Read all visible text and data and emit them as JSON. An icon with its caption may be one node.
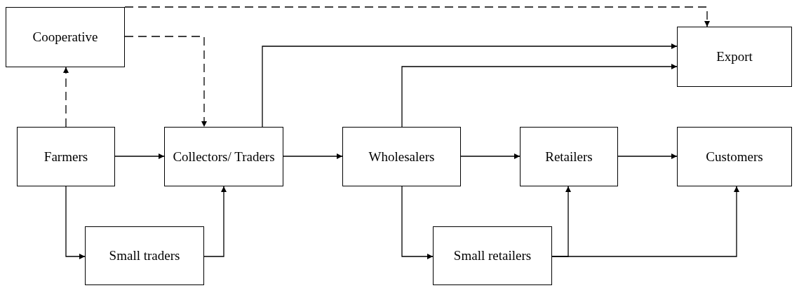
{
  "diagram": {
    "nodes": [
      {
        "text": [
          "Cooperative"
        ]
      },
      {
        "text": [
          "Export"
        ]
      },
      {
        "text": [
          "Farmers"
        ]
      },
      {
        "text": [
          "Collectors/ Traders"
        ]
      },
      {
        "text": [
          "Wholesalers"
        ]
      },
      {
        "text": [
          "Retailers"
        ]
      },
      {
        "text": [
          "Customers"
        ]
      },
      {
        "text": [
          "Small traders"
        ]
      },
      {
        "text": [
          "Small retailers"
        ]
      }
    ],
    "edges": [
      {
        "from": 2,
        "to": 0,
        "arrow": "to",
        "style": "dashed"
      },
      {
        "from": 0,
        "to": 1,
        "arrow": "to",
        "style": "dashed"
      },
      {
        "from": 0,
        "to": 3,
        "arrow": "to",
        "style": "dashed"
      },
      {
        "from": 3,
        "to": 1,
        "arrow": "to"
      },
      {
        "from": 4,
        "to": 1,
        "arrow": "to"
      },
      {
        "from": 2,
        "to": 3,
        "arrow": "to"
      },
      {
        "from": 3,
        "to": 4,
        "arrow": "to"
      },
      {
        "from": 4,
        "to": 5,
        "arrow": "to"
      },
      {
        "from": 5,
        "to": 6,
        "arrow": "to"
      },
      {
        "from": 2,
        "to": 7,
        "arrow": "to"
      },
      {
        "from": 7,
        "to": 3,
        "arrow": "to"
      },
      {
        "from": 4,
        "to": 8,
        "arrow": "to"
      },
      {
        "from": 8,
        "to": 5,
        "arrow": "to"
      },
      {
        "from": 8,
        "to": 6,
        "arrow": "to"
      }
    ]
  }
}
